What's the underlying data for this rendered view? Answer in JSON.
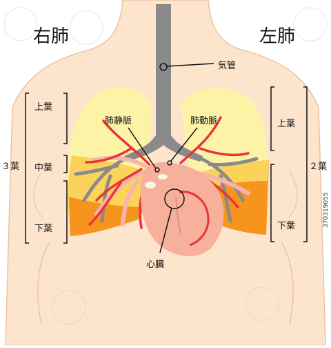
{
  "labels": {
    "right_lung": "右肺",
    "left_lung": "左肺",
    "trachea": "気管",
    "pulmonary_vein": "肺静脈",
    "pulmonary_artery": "肺動脈",
    "heart": "心臓",
    "right_lobes": [
      "上葉",
      "中葉",
      "下葉"
    ],
    "right_lobe_count": "３葉",
    "left_lobes": [
      "上葉",
      "下葉"
    ],
    "left_lobe_count": "２葉"
  },
  "watermark": {
    "stock_id": "370319055"
  },
  "colors": {
    "skin": "#fce5cc",
    "lung_upper": "#fdf3a6",
    "lung_middle": "#fbd35a",
    "lung_lower": "#f7941d",
    "heart": "#f6b09c",
    "vessel_red": "#e8333a",
    "vessel_pink": "#f7b4ae",
    "trachea": "#8a8a8a"
  }
}
